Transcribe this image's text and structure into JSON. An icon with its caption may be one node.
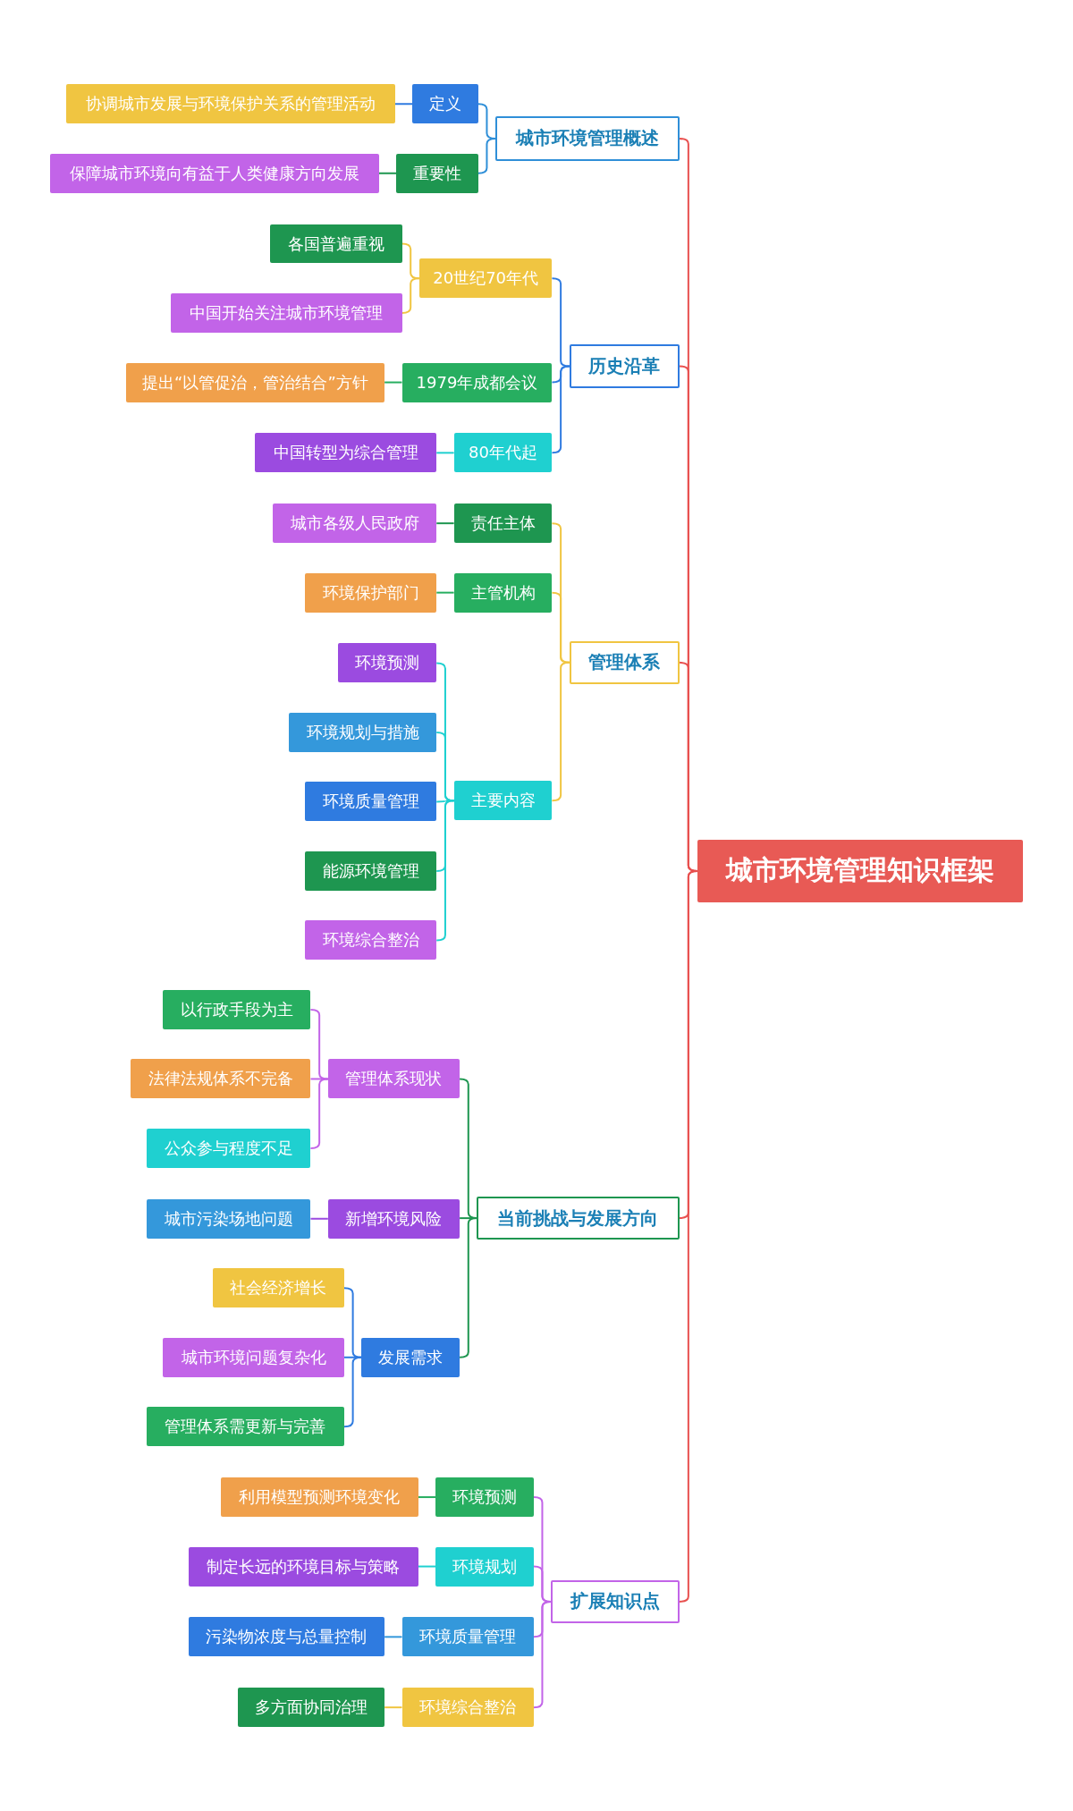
{
  "diagram": {
    "nodes": [
      {
        "text": [
          "城市环境管理知识框架"
        ]
      },
      {
        "text": [
          "城市环境管理概述"
        ]
      },
      {
        "text": [
          "定义"
        ]
      },
      {
        "text": [
          "协调城市发展与环境保护关系的管理活动"
        ]
      },
      {
        "text": [
          "重要性"
        ]
      },
      {
        "text": [
          "保障城市环境向有益于人类健康方向发展"
        ]
      },
      {
        "text": [
          "历史沿革"
        ]
      },
      {
        "text": [
          "20世纪70年代"
        ]
      },
      {
        "text": [
          "各国普遍重视"
        ]
      },
      {
        "text": [
          "中国开始关注城市环境管理"
        ]
      },
      {
        "text": [
          "1979年成都会议"
        ]
      },
      {
        "text": [
          "提出“以管促治，管治结合”方针"
        ]
      },
      {
        "text": [
          "80年代起"
        ]
      },
      {
        "text": [
          "中国转型为综合管理"
        ]
      },
      {
        "text": [
          "管理体系"
        ]
      },
      {
        "text": [
          "责任主体"
        ]
      },
      {
        "text": [
          "城市各级人民政府"
        ]
      },
      {
        "text": [
          "主管机构"
        ]
      },
      {
        "text": [
          "环境保护部门"
        ]
      },
      {
        "text": [
          "主要内容"
        ]
      },
      {
        "text": [
          "环境预测"
        ]
      },
      {
        "text": [
          "环境规划与措施"
        ]
      },
      {
        "text": [
          "环境质量管理"
        ]
      },
      {
        "text": [
          "能源环境管理"
        ]
      },
      {
        "text": [
          "环境综合整治"
        ]
      },
      {
        "text": [
          "当前挑战与发展方向"
        ]
      },
      {
        "text": [
          "管理体系现状"
        ]
      },
      {
        "text": [
          "以行政手段为主"
        ]
      },
      {
        "text": [
          "法律法规体系不完备"
        ]
      },
      {
        "text": [
          "公众参与程度不足"
        ]
      },
      {
        "text": [
          "新增环境风险"
        ]
      },
      {
        "text": [
          "城市污染场地问题"
        ]
      },
      {
        "text": [
          "发展需求"
        ]
      },
      {
        "text": [
          "社会经济增长"
        ]
      },
      {
        "text": [
          "城市环境问题复杂化"
        ]
      },
      {
        "text": [
          "管理体系需更新与完善"
        ]
      },
      {
        "text": [
          "扩展知识点"
        ]
      },
      {
        "text": [
          "环境预测"
        ]
      },
      {
        "text": [
          "利用模型预测环境变化"
        ]
      },
      {
        "text": [
          "环境规划"
        ]
      },
      {
        "text": [
          "制定长远的环境目标与策略"
        ]
      },
      {
        "text": [
          "环境质量管理"
        ]
      },
      {
        "text": [
          "污染物浓度与总量控制"
        ]
      },
      {
        "text": [
          "环境综合整治"
        ]
      },
      {
        "text": [
          "多方面协同治理"
        ]
      }
    ],
    "edges": [
      {
        "from": 0,
        "to": 1,
        "arrow": "none",
        "color": "#e8504f"
      },
      {
        "from": 0,
        "to": 6,
        "arrow": "none",
        "color": "#e8504f"
      },
      {
        "from": 0,
        "to": 14,
        "arrow": "none",
        "color": "#e8504f"
      },
      {
        "from": 0,
        "to": 25,
        "arrow": "none",
        "color": "#e8504f"
      },
      {
        "from": 0,
        "to": 36,
        "arrow": "none",
        "color": "#e8504f"
      },
      {
        "from": 1,
        "to": 2,
        "arrow": "none",
        "color": "#2f8fd8"
      },
      {
        "from": 1,
        "to": 4,
        "arrow": "none",
        "color": "#2f8fd8"
      },
      {
        "from": 2,
        "to": 3,
        "arrow": "none",
        "color": "#2f7be0"
      },
      {
        "from": 4,
        "to": 5,
        "arrow": "none",
        "color": "#1e9650"
      },
      {
        "from": 6,
        "to": 7,
        "arrow": "none",
        "color": "#2f7be0"
      },
      {
        "from": 6,
        "to": 10,
        "arrow": "none",
        "color": "#2f7be0"
      },
      {
        "from": 6,
        "to": 12,
        "arrow": "none",
        "color": "#2f7be0"
      },
      {
        "from": 7,
        "to": 8,
        "arrow": "none",
        "color": "#f0c541"
      },
      {
        "from": 7,
        "to": 9,
        "arrow": "none",
        "color": "#f0c541"
      },
      {
        "from": 10,
        "to": 11,
        "arrow": "none",
        "color": "#27ae60"
      },
      {
        "from": 12,
        "to": 13,
        "arrow": "none",
        "color": "#1fd0d0"
      },
      {
        "from": 14,
        "to": 15,
        "arrow": "none",
        "color": "#f0c541"
      },
      {
        "from": 14,
        "to": 17,
        "arrow": "none",
        "color": "#f0c541"
      },
      {
        "from": 14,
        "to": 19,
        "arrow": "none",
        "color": "#f0c541"
      },
      {
        "from": 15,
        "to": 16,
        "arrow": "none",
        "color": "#1e9650"
      },
      {
        "from": 17,
        "to": 18,
        "arrow": "none",
        "color": "#27ae60"
      },
      {
        "from": 19,
        "to": 20,
        "arrow": "none",
        "color": "#1fd0d0"
      },
      {
        "from": 19,
        "to": 21,
        "arrow": "none",
        "color": "#1fd0d0"
      },
      {
        "from": 19,
        "to": 22,
        "arrow": "none",
        "color": "#1fd0d0"
      },
      {
        "from": 19,
        "to": 23,
        "arrow": "none",
        "color": "#1fd0d0"
      },
      {
        "from": 19,
        "to": 24,
        "arrow": "none",
        "color": "#1fd0d0"
      },
      {
        "from": 25,
        "to": 26,
        "arrow": "none",
        "color": "#1e9650"
      },
      {
        "from": 25,
        "to": 30,
        "arrow": "none",
        "color": "#1e9650"
      },
      {
        "from": 25,
        "to": 32,
        "arrow": "none",
        "color": "#1e9650"
      },
      {
        "from": 26,
        "to": 27,
        "arrow": "none",
        "color": "#c264e8"
      },
      {
        "from": 26,
        "to": 28,
        "arrow": "none",
        "color": "#c264e8"
      },
      {
        "from": 26,
        "to": 29,
        "arrow": "none",
        "color": "#c264e8"
      },
      {
        "from": 30,
        "to": 31,
        "arrow": "none",
        "color": "#9b4be0"
      },
      {
        "from": 32,
        "to": 33,
        "arrow": "none",
        "color": "#2f7be0"
      },
      {
        "from": 32,
        "to": 34,
        "arrow": "none",
        "color": "#2f7be0"
      },
      {
        "from": 32,
        "to": 35,
        "arrow": "none",
        "color": "#2f7be0"
      },
      {
        "from": 36,
        "to": 37,
        "arrow": "none",
        "color": "#c264e8"
      },
      {
        "from": 36,
        "to": 39,
        "arrow": "none",
        "color": "#c264e8"
      },
      {
        "from": 36,
        "to": 41,
        "arrow": "none",
        "color": "#c264e8"
      },
      {
        "from": 36,
        "to": 43,
        "arrow": "none",
        "color": "#c264e8"
      },
      {
        "from": 37,
        "to": 38,
        "arrow": "none",
        "color": "#27ae60"
      },
      {
        "from": 39,
        "to": 40,
        "arrow": "none",
        "color": "#1fd0d0"
      },
      {
        "from": 41,
        "to": 42,
        "arrow": "none",
        "color": "#3498db"
      },
      {
        "from": 43,
        "to": 44,
        "arrow": "none",
        "color": "#f0c541"
      }
    ]
  }
}
